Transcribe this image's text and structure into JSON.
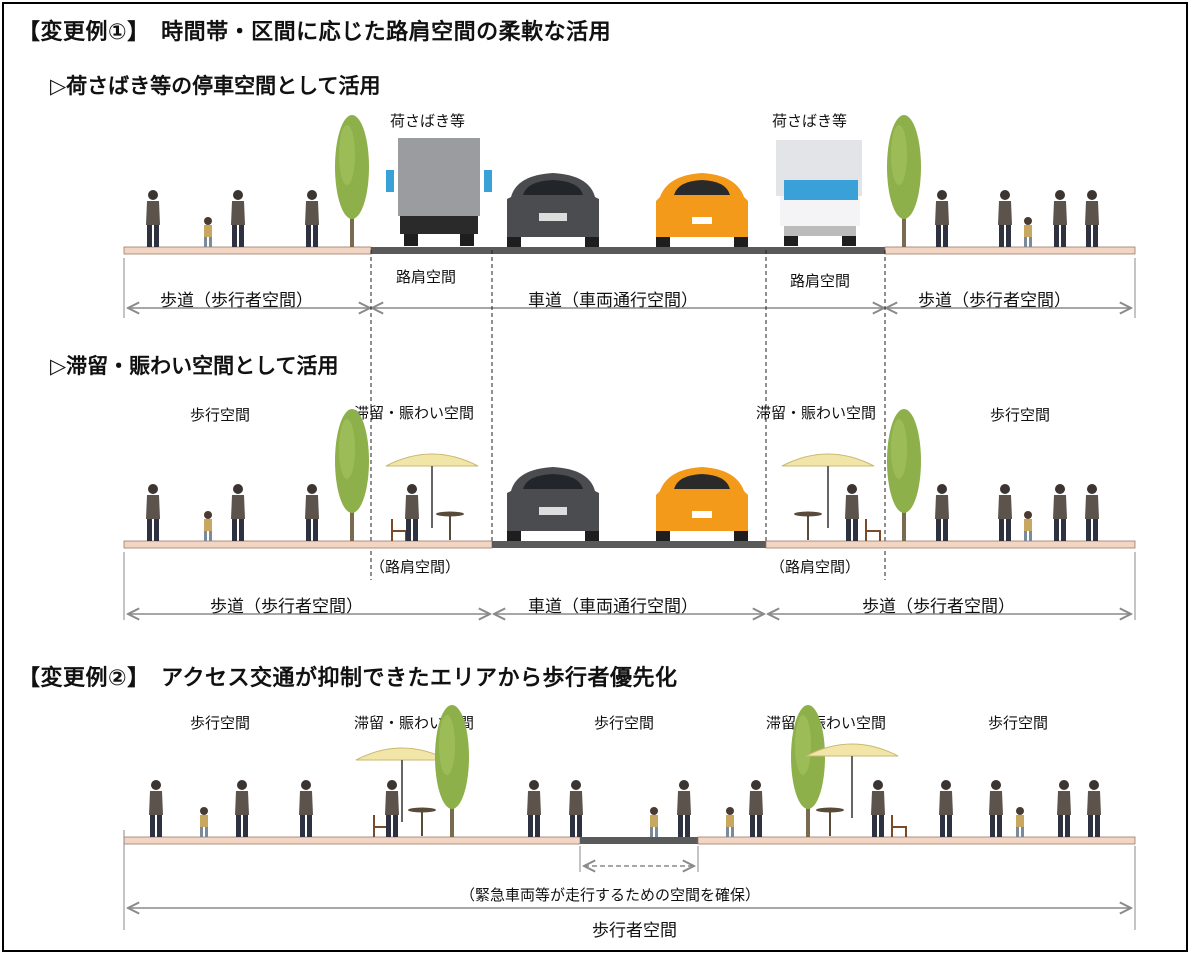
{
  "example1": {
    "title": "【変更例①】　時間帯・区間に応じた路肩空間の柔軟な活用",
    "sub_a": {
      "heading": "▷荷さばき等の停車空間として活用",
      "loading_label_left": "荷さばき等",
      "loading_label_right": "荷さばき等",
      "sidewalk_left": "歩道（歩行者空間）",
      "shoulder_left": "路肩空間",
      "roadway": "車道（車両通行空間）",
      "shoulder_right": "路肩空間",
      "sidewalk_right": "歩道（歩行者空間）"
    },
    "sub_b": {
      "heading": "▷滞留・賑わい空間として活用",
      "walk_left": "歩行空間",
      "gather_left": "滞留・賑わい空間",
      "gather_right": "滞留・賑わい空間",
      "walk_right": "歩行空間",
      "shoulder_left": "（路肩空間）",
      "shoulder_right": "（路肩空間）",
      "sidewalk_left": "歩道（歩行者空間）",
      "roadway": "車道（車両通行空間）",
      "sidewalk_right": "歩道（歩行者空間）"
    }
  },
  "example2": {
    "title": "【変更例②】　アクセス交通が抑制できたエリアから歩行者優先化",
    "walk_1": "歩行空間",
    "gather_1": "滞留・賑わい空間",
    "walk_2": "歩行空間",
    "gather_2": "滞留・賑わい空間",
    "walk_3": "歩行空間",
    "emergency_note": "（緊急車両等が走行するための空間を確保）",
    "pedestrian_space": "歩行者空間"
  },
  "colors": {
    "sidewalk": "#f3d5c3",
    "roadway": "#5a5a5a",
    "arrow": "#8a8a8a",
    "car_orange": "#f39a1a",
    "car_grey": "#4a4c50",
    "tree": "#8db04a"
  }
}
